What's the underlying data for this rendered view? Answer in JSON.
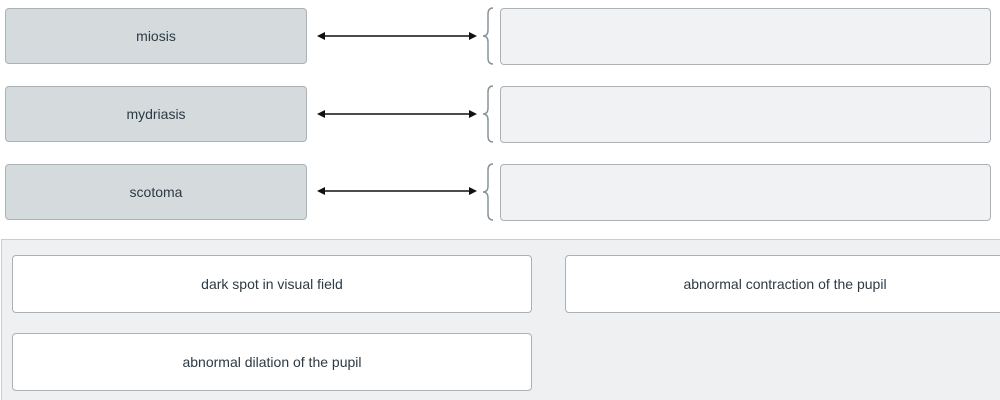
{
  "matching": {
    "rows": [
      {
        "term": "miosis"
      },
      {
        "term": "mydriasis"
      },
      {
        "term": "scotoma"
      }
    ]
  },
  "answer_bank": {
    "choices": [
      "dark spot in visual field",
      "abnormal contraction of the pupil",
      "abnormal dilation of the pupil"
    ]
  },
  "colors": {
    "term_bg": "#d5dadd",
    "drop_bg": "#f1f2f3",
    "bank_bg": "#eef0f1",
    "border": "#a9b2b8",
    "text": "#2b3a45"
  },
  "icons": {
    "connector": "double-arrow-icon",
    "bracket": "curly-brace-icon"
  }
}
